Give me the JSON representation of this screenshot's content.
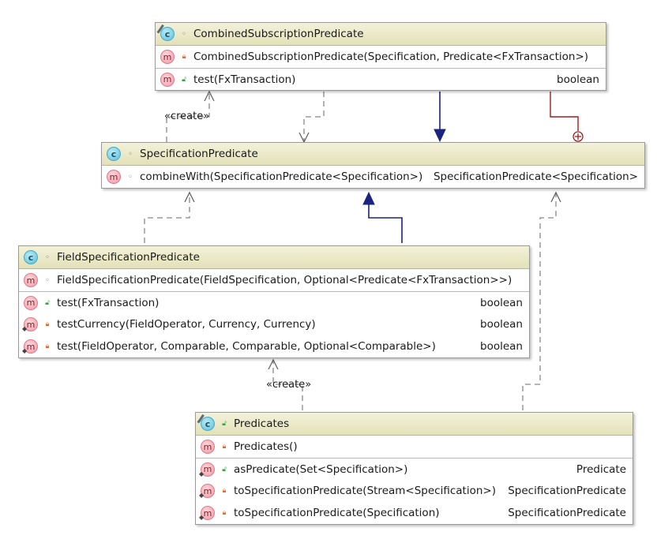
{
  "classes": {
    "combined": {
      "title": "CombinedSubscriptionPredicate",
      "rows": [
        {
          "name": "CombinedSubscriptionPredicate(Specification, Predicate<FxTransaction>)",
          "type": "",
          "visibility": "private",
          "icon": "method-icon"
        },
        {
          "name": "test(FxTransaction)",
          "type": "boolean",
          "visibility": "public",
          "icon": "method-icon"
        }
      ]
    },
    "spec": {
      "title": "SpecificationPredicate",
      "rows": [
        {
          "name": "combineWith(SpecificationPredicate<Specification>)",
          "type": "SpecificationPredicate<Specification>",
          "visibility": "package",
          "icon": "method-icon"
        }
      ]
    },
    "field": {
      "title": "FieldSpecificationPredicate",
      "rows": [
        {
          "name": "FieldSpecificationPredicate(FieldSpecification, Optional<Predicate<FxTransaction>>)",
          "type": "",
          "visibility": "package",
          "icon": "method-icon"
        },
        {
          "name": "test(FxTransaction)",
          "type": "boolean",
          "visibility": "public",
          "icon": "method-icon"
        },
        {
          "name": "testCurrency(FieldOperator, Currency, Currency)",
          "type": "boolean",
          "visibility": "private",
          "icon": "static-method-icon"
        },
        {
          "name": "test(FieldOperator, Comparable, Comparable, Optional<Comparable>)",
          "type": "boolean",
          "visibility": "private",
          "icon": "static-method-icon"
        }
      ]
    },
    "predicates": {
      "title": "Predicates",
      "rows": [
        {
          "name": "Predicates()",
          "type": "",
          "visibility": "private",
          "icon": "method-icon"
        },
        {
          "name": "asPredicate(Set<Specification>)",
          "type": "Predicate",
          "visibility": "public",
          "icon": "static-method-icon"
        },
        {
          "name": "toSpecificationPredicate(Stream<Specification>)",
          "type": "SpecificationPredicate",
          "visibility": "private",
          "icon": "static-method-icon"
        },
        {
          "name": "toSpecificationPredicate(Specification)",
          "type": "SpecificationPredicate",
          "visibility": "private",
          "icon": "static-method-icon"
        }
      ]
    }
  },
  "labels": {
    "create_top": "«create»",
    "create_bottom": "«create»"
  },
  "colors": {
    "realization": "#888888",
    "extends": "#1a237e",
    "inner": "#a31c1c"
  }
}
